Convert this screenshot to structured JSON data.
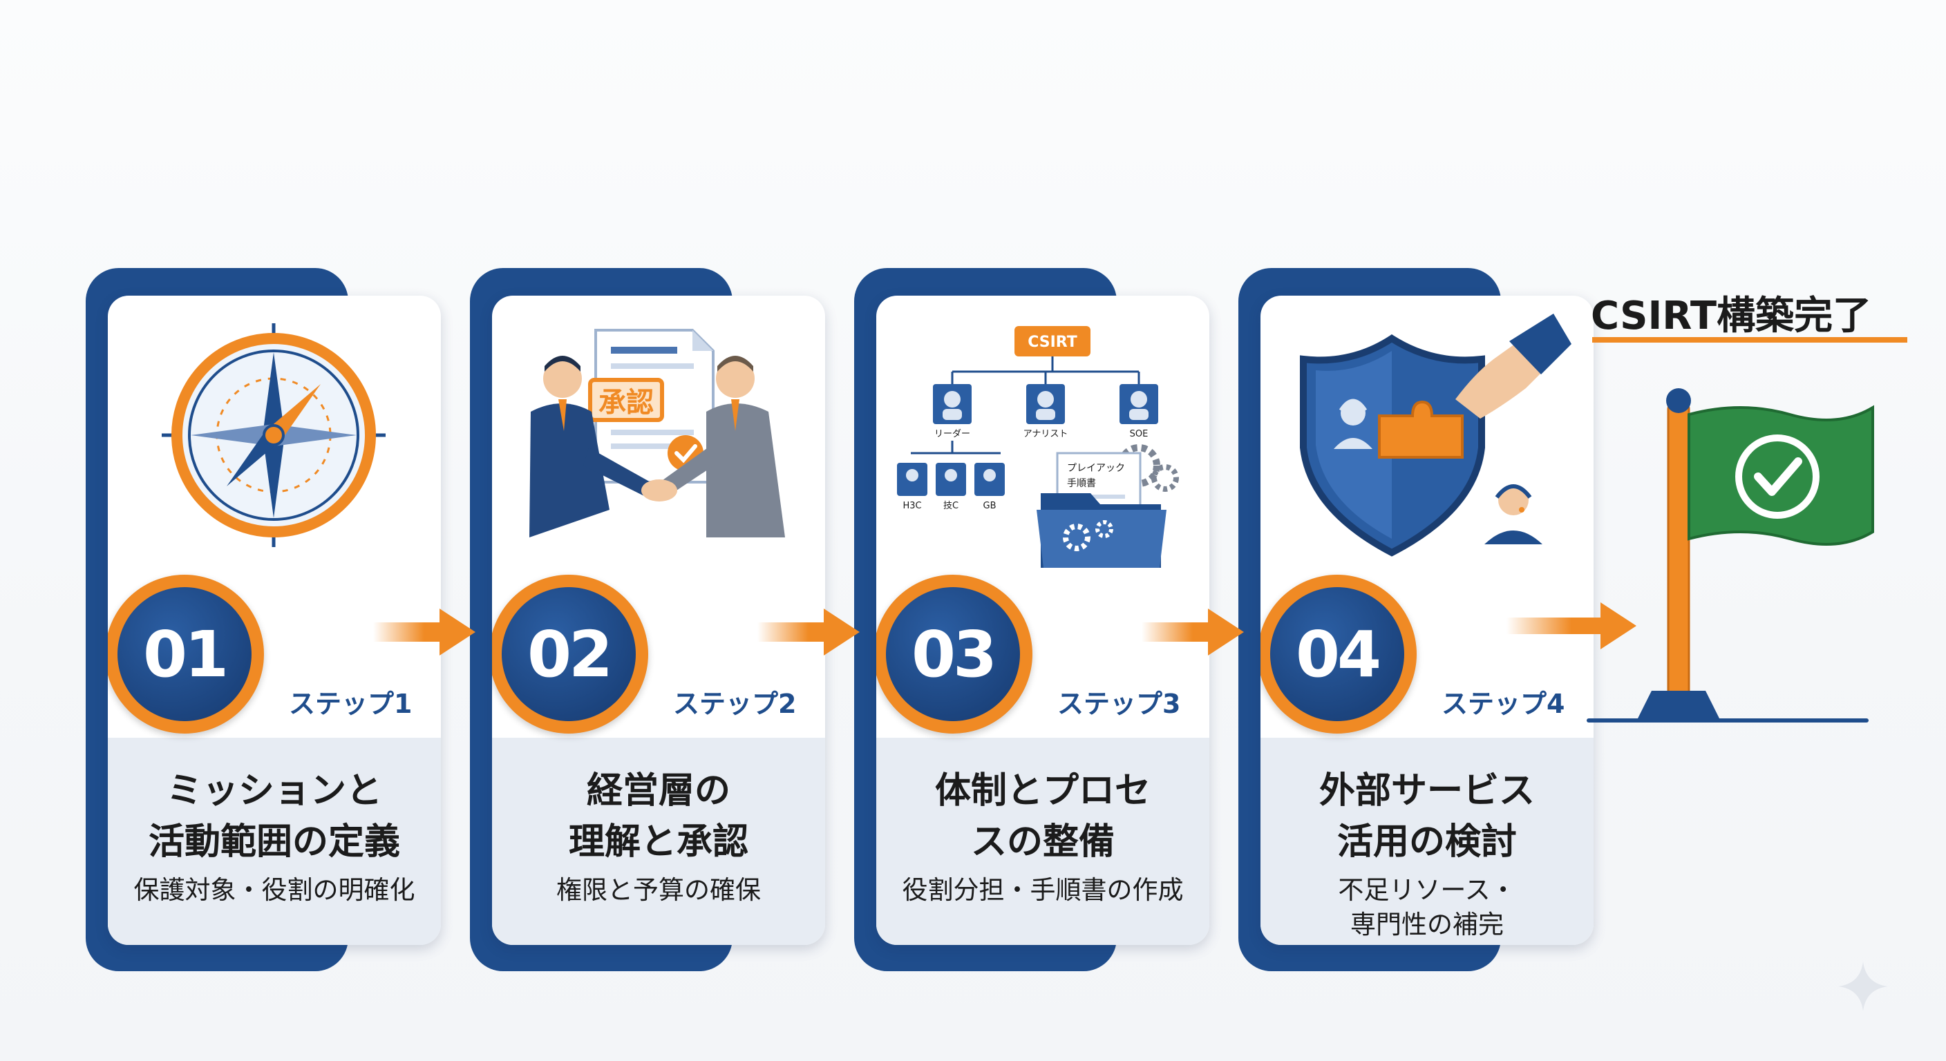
{
  "steps": [
    {
      "number": "01",
      "step_label": "ステップ1",
      "title": "ミッションと\n活動範囲の定義",
      "subtitle": "保護対象・役割の明確化",
      "icon": "compass-icon"
    },
    {
      "number": "02",
      "step_label": "ステップ2",
      "title": "経営層の\n理解と承認",
      "subtitle": "権限と予算の確保",
      "icon": "handshake-approval-icon",
      "stamp_text": "承認"
    },
    {
      "number": "03",
      "step_label": "ステップ3",
      "title": "体制とプロセ\nスの整備",
      "subtitle": "役割分担・手順書の作成",
      "icon": "org-chart-icon",
      "org": {
        "top": "CSIRT",
        "roles": [
          "リーダー",
          "アナリスト",
          "SOE"
        ],
        "sub": [
          "H3C",
          "技C",
          "GB"
        ],
        "doc_lines": [
          "プレイアック",
          "手順書"
        ]
      }
    },
    {
      "number": "04",
      "step_label": "ステップ4",
      "title": "外部サービス\n活用の検討",
      "subtitle": "不足リソース・\n専門性の補完",
      "icon": "shield-puzzle-icon"
    }
  ],
  "goal": {
    "title": "CSIRT構築完了",
    "icon": "flag-check-icon"
  },
  "colors": {
    "navy": "#1f4d8c",
    "orange": "#f08a24",
    "green": "#2e8b45",
    "panel": "#e7ecf3"
  }
}
